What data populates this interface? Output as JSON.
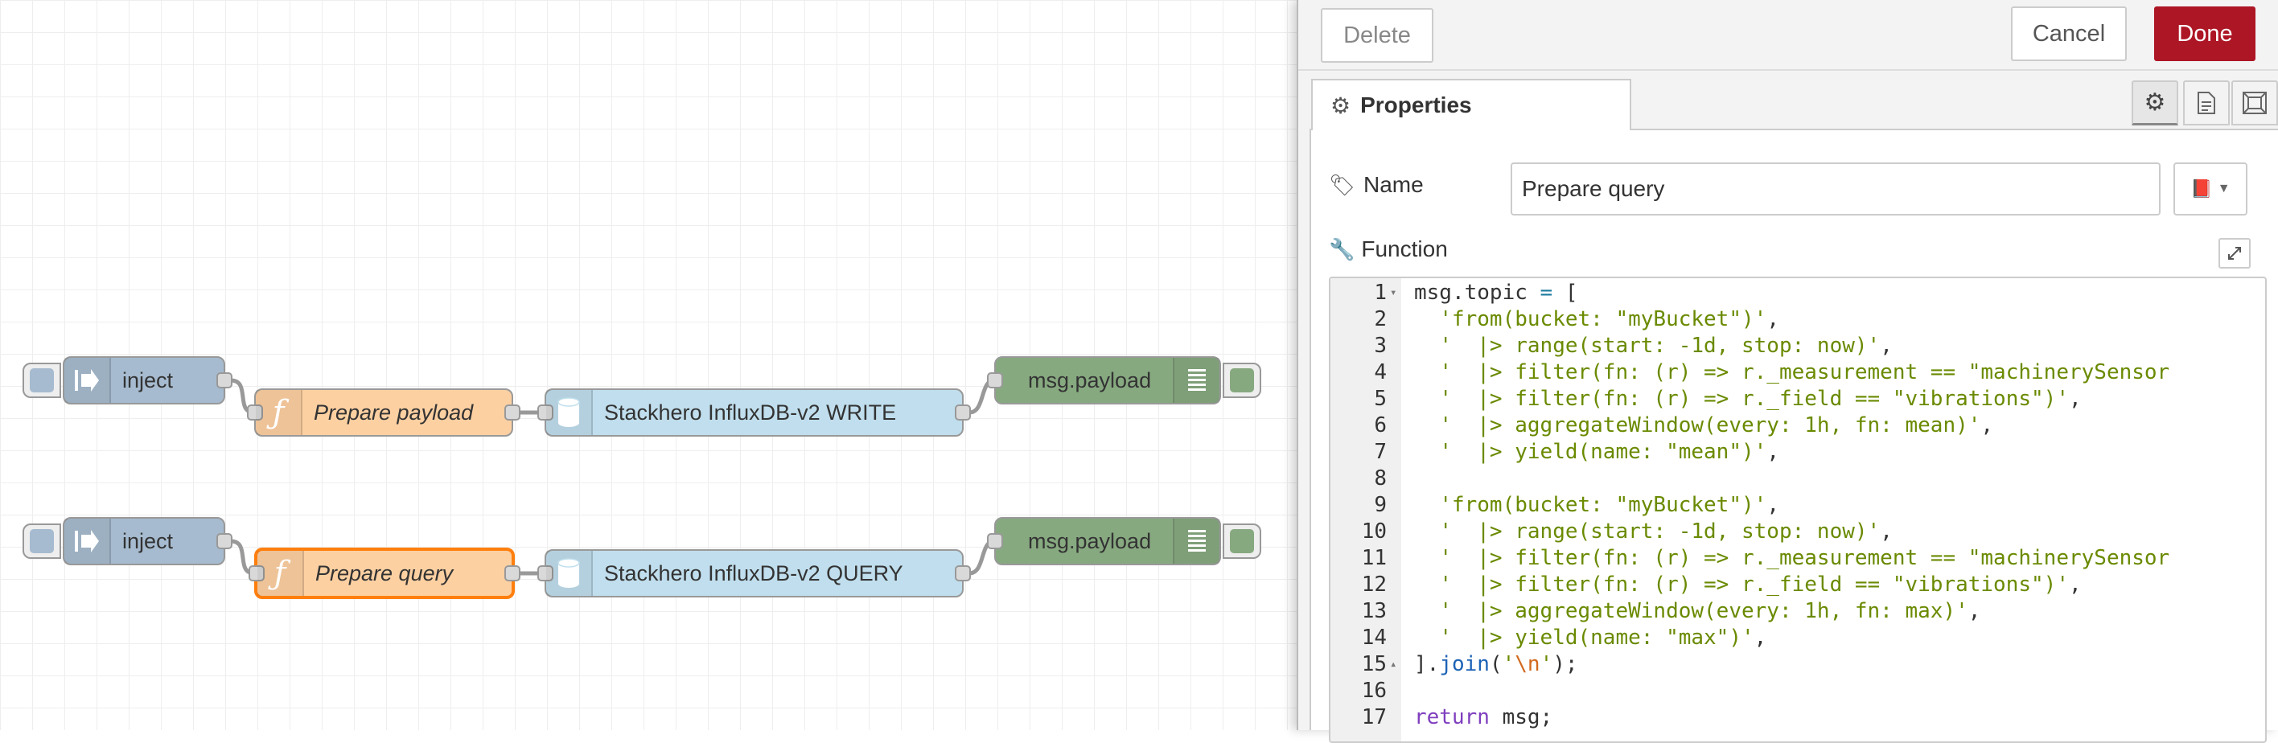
{
  "workspace": {
    "flow1": {
      "inject_label": "inject",
      "function_label": "Prepare payload",
      "influx_label": "Stackhero InfluxDB-v2 WRITE",
      "debug_label": "msg.payload"
    },
    "flow2": {
      "inject_label": "inject",
      "function_label": "Prepare query",
      "influx_label": "Stackhero InfluxDB-v2 QUERY",
      "debug_label": "msg.payload"
    }
  },
  "tray": {
    "delete_label": "Delete",
    "cancel_label": "Cancel",
    "done_label": "Done",
    "tab_properties_label": "Properties",
    "name_label": "Name",
    "name_value": "Prepare query",
    "function_label": "Function"
  },
  "colors": {
    "inject": "#a6bbcf",
    "function": "#fdd0a2",
    "influx": "#c0deed",
    "debug": "#87a980",
    "selected": "#ff7f0e",
    "done": "#ad1625"
  },
  "code_lines": [
    {
      "n": "1",
      "fold": "▾",
      "html": "msg.topic <span class='op'>=</span> ["
    },
    {
      "n": "2",
      "fold": "",
      "html": "  <span class='s'>'from(bucket: \"myBucket\")'</span>,"
    },
    {
      "n": "3",
      "fold": "",
      "html": "  <span class='s'>'  |> range(start: -1d, stop: now)'</span>,"
    },
    {
      "n": "4",
      "fold": "",
      "html": "  <span class='s'>'  |> filter(fn: (r) => r._measurement == \"machinerySensor</span>"
    },
    {
      "n": "5",
      "fold": "",
      "html": "  <span class='s'>'  |> filter(fn: (r) => r._field == \"vibrations\")'</span>,"
    },
    {
      "n": "6",
      "fold": "",
      "html": "  <span class='s'>'  |> aggregateWindow(every: 1h, fn: mean)'</span>,"
    },
    {
      "n": "7",
      "fold": "",
      "html": "  <span class='s'>'  |> yield(name: \"mean\")'</span>,"
    },
    {
      "n": "8",
      "fold": "",
      "html": ""
    },
    {
      "n": "9",
      "fold": "",
      "html": "  <span class='s'>'from(bucket: \"myBucket\")'</span>,"
    },
    {
      "n": "10",
      "fold": "",
      "html": "  <span class='s'>'  |> range(start: -1d, stop: now)'</span>,"
    },
    {
      "n": "11",
      "fold": "",
      "html": "  <span class='s'>'  |> filter(fn: (r) => r._measurement == \"machinerySensor</span>"
    },
    {
      "n": "12",
      "fold": "",
      "html": "  <span class='s'>'  |> filter(fn: (r) => r._field == \"vibrations\")'</span>,"
    },
    {
      "n": "13",
      "fold": "",
      "html": "  <span class='s'>'  |> aggregateWindow(every: 1h, fn: max)'</span>,"
    },
    {
      "n": "14",
      "fold": "",
      "html": "  <span class='s'>'  |> yield(name: \"max\")'</span>,"
    },
    {
      "n": "15",
      "fold": "▴",
      "html": "].<span class='fn'>join</span>(<span class='s'>'<span class=\"esc\">\\n</span>'</span>);"
    },
    {
      "n": "16",
      "fold": "",
      "html": ""
    },
    {
      "n": "17",
      "fold": "",
      "html": "<span class='kw'>return</span> msg;"
    }
  ]
}
